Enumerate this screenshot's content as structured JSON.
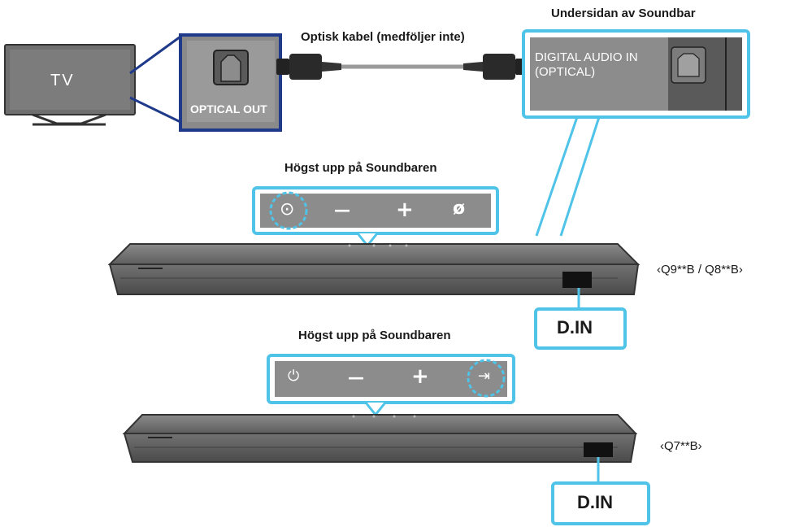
{
  "tv": {
    "label": "TV"
  },
  "tv_port": {
    "label": "OPTICAL OUT"
  },
  "cable": {
    "label": "Optisk kabel (medföljer inte)"
  },
  "soundbar_bottom": {
    "title": "Undersidan av Soundbar",
    "port_label_line1": "DIGITAL AUDIO IN",
    "port_label_line2": "(OPTICAL)"
  },
  "panel_top_1": {
    "title": "Högst upp på Soundbaren",
    "buttons": [
      "⊙",
      "—",
      "+",
      "ø"
    ]
  },
  "panel_top_2": {
    "title": "Högst upp på Soundbaren",
    "buttons": [
      "⏻",
      "—",
      "+",
      "⇥"
    ]
  },
  "model_1": {
    "label": "‹Q9**B / Q8**B›",
    "port_tag": "D.IN"
  },
  "model_2": {
    "label": "‹Q7**B›",
    "port_tag": "D.IN"
  },
  "colors": {
    "accent": "#4fc3e8",
    "dark_blue": "#1f3a8a",
    "panel": "#8a8a8a",
    "bar": "#6b6b6b"
  }
}
